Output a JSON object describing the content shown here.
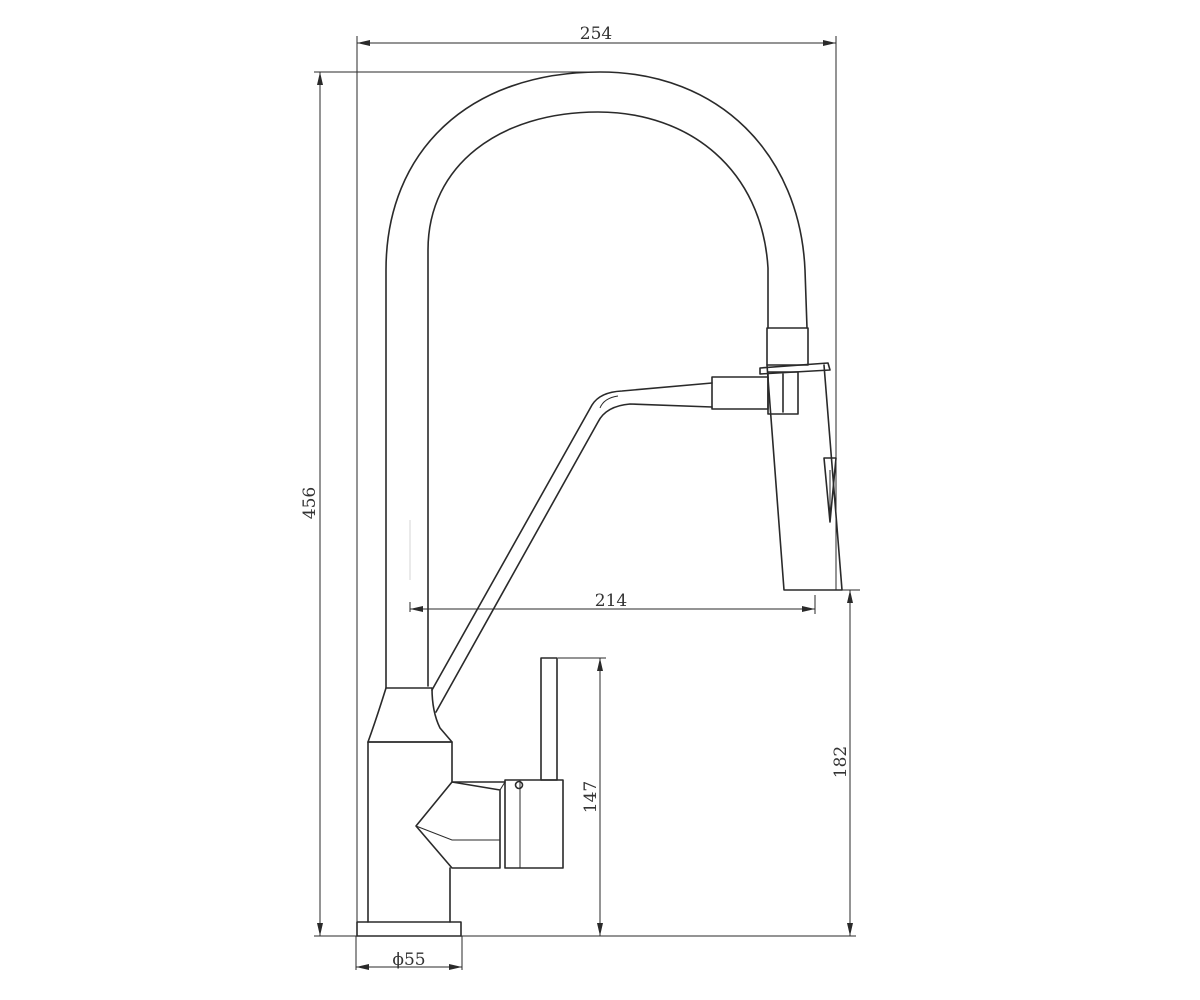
{
  "dimensions": {
    "total_width": "254",
    "total_height": "456",
    "spout_reach": "214",
    "spout_height": "182",
    "lever_height": "147",
    "base_diameter": "ϕ55"
  }
}
